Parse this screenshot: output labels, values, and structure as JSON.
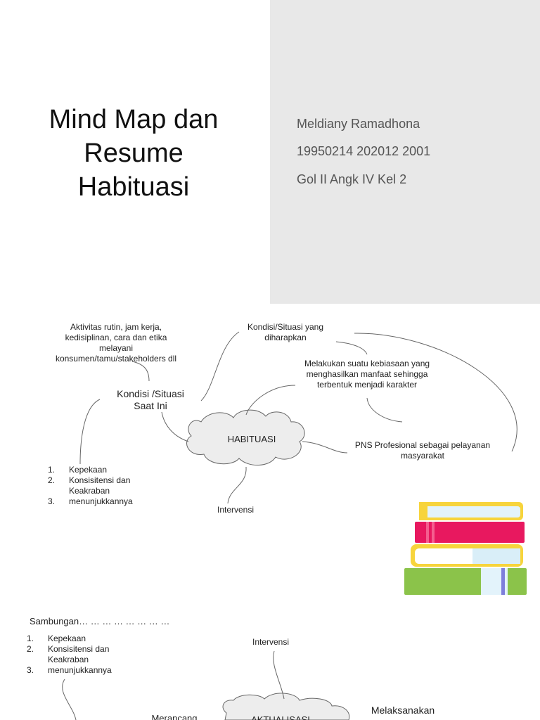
{
  "slide1": {
    "title_lines": [
      "Mind Map dan",
      "Resume",
      "Habituasi"
    ],
    "author": "Meldiany Ramadhona",
    "nip": "19950214 202012 2001",
    "group": "Gol II Angk IV Kel 2"
  },
  "mindmap1": {
    "center": "HABITUASI",
    "current_condition_lines": [
      "Kondisi /Situasi",
      "Saat Ini"
    ],
    "activities_lines": [
      "Aktivitas rutin, jam kerja,",
      "kedisiplinan, cara dan etika",
      "melayani",
      "konsumen/tamu/stakeholders dll"
    ],
    "expected_condition_lines": [
      "Kondisi/Situasi yang",
      "diharapkan"
    ],
    "habit_lines": [
      "Melakukan suatu kebiasaan yang",
      "menghasilkan manfaat sehingga",
      "terbentuk menjadi karakter"
    ],
    "pns_lines": [
      "PNS Profesional sebagai pelayanan",
      "masyarakat"
    ],
    "intervention": "Intervensi",
    "list": [
      {
        "num": "1.",
        "text": "Kepekaan"
      },
      {
        "num": "2.",
        "text": "Konsisitensi dan"
      },
      {
        "num": "",
        "text": "Keakraban"
      },
      {
        "num": "3.",
        "text": "menunjukkannya"
      }
    ]
  },
  "mindmap2": {
    "heading": "Sambungan… … … … … … … …",
    "list": [
      {
        "num": "1.",
        "text": "Kepekaan"
      },
      {
        "num": "2.",
        "text": "Konsisitensi dan"
      },
      {
        "num": "",
        "text": "Keakraban"
      },
      {
        "num": "3.",
        "text": "menunjukkannya"
      }
    ],
    "intervention": "Intervensi",
    "center": "AKTUALISASI",
    "left_label": "Merancang",
    "right_label": "Melaksanakan"
  },
  "colors": {
    "slide_right_bg": "#e8e8e8",
    "cloud_fill": "#ededed",
    "book_yellow": "#f7d43c",
    "book_pink": "#e8185f",
    "book_green": "#8bc34a",
    "book_page": "#e3f3fb"
  }
}
